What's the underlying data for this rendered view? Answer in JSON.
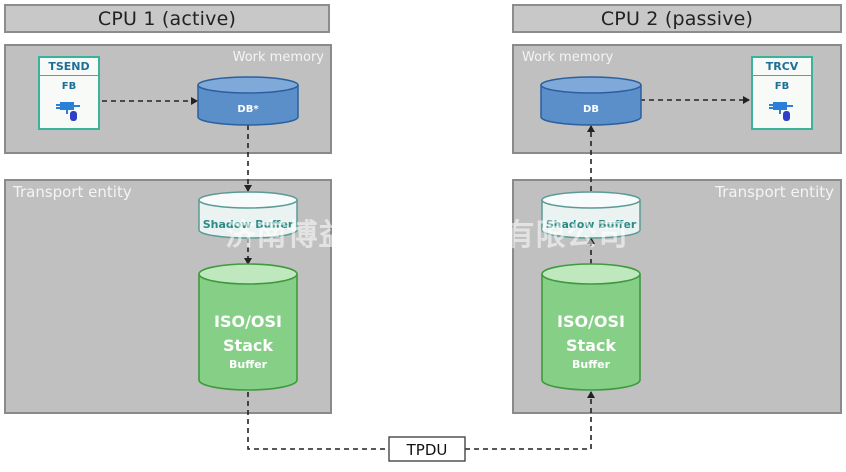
{
  "cpu1": {
    "title": "CPU 1 (active)",
    "work_memory_label": "Work memory",
    "transport_label": "Transport entity",
    "fb": {
      "name": "TSEND",
      "type": "FB"
    },
    "db_label": "DB*",
    "shadow_label": "Shadow Buffer",
    "stack": {
      "line1": "ISO/OSI",
      "line2": "Stack",
      "line3": "Buffer"
    }
  },
  "cpu2": {
    "title": "CPU 2 (passive)",
    "work_memory_label": "Work memory",
    "transport_label": "Transport entity",
    "fb": {
      "name": "TRCV",
      "type": "FB"
    },
    "db_label": "DB",
    "shadow_label": "Shadow Buffer",
    "stack": {
      "line1": "ISO/OSI",
      "line2": "Stack",
      "line3": "Buffer"
    }
  },
  "link_label": "TPDU",
  "watermark": "济南博益自动化科技有限公司",
  "colors": {
    "header_fill": "#c8c8c8",
    "box_fill": "#c0c0c0",
    "db_blue": "#5b8fc9",
    "stack_green": "#86cf86",
    "fb_border": "#3ab39a"
  },
  "icons": [
    "function-block-icon"
  ]
}
